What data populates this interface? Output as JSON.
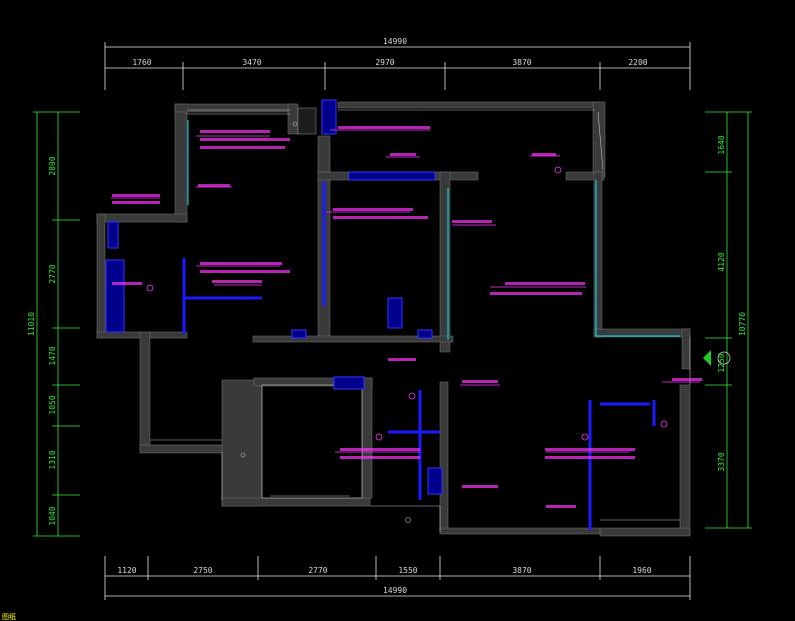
{
  "drawing": {
    "top_segments": [
      "1760",
      "3470",
      "2970",
      "3870",
      "2200"
    ],
    "top_total": "14990",
    "bottom_segments": [
      "1120",
      "2750",
      "2770",
      "1550",
      "3870",
      "1960"
    ],
    "bottom_total": "14990",
    "left_segments": [
      "2890",
      "2770",
      "1470",
      "1050",
      "1310",
      "1040"
    ],
    "left_total": "11010",
    "right_segments": [
      "1640",
      "4120",
      "1250",
      "3370"
    ],
    "right_total": "10770",
    "colors": {
      "background": "#000000",
      "wall": "#3a3a3a",
      "dimension": "#e8e8e8",
      "green_dimension": "#33ee33",
      "blue_cabinet": "#1a1aff",
      "magenta_note": "#ff33ff",
      "cyan": "#00e5ff"
    },
    "status_text": "图纸"
  }
}
